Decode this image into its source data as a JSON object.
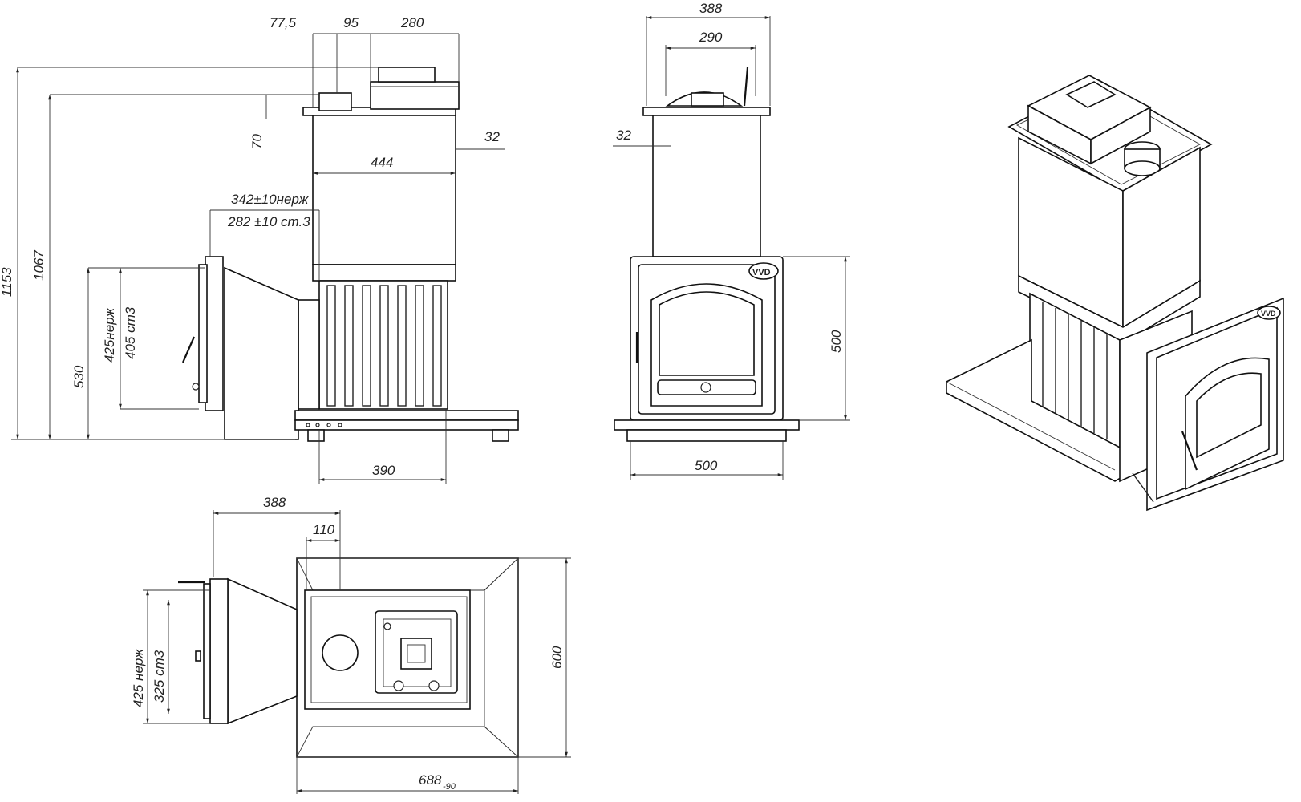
{
  "side_view": {
    "dim_77_5": "77,5",
    "dim_95": "95",
    "dim_280": "280",
    "dim_1153": "1153",
    "dim_1067": "1067",
    "dim_70": "70",
    "dim_32": "32",
    "dim_444": "444",
    "dim_342": "342±10нерж",
    "dim_282": "282 ±10 ст.3",
    "dim_530": "530",
    "dim_425": "425нерж",
    "dim_405": "405 ст3",
    "dim_390": "390"
  },
  "front_view": {
    "dim_388": "388",
    "dim_290": "290",
    "dim_32": "32",
    "dim_500_h": "500",
    "dim_500_w": "500",
    "logo_text": "VVD"
  },
  "top_view": {
    "dim_388": "388",
    "dim_110": "110",
    "dim_600": "600",
    "dim_688": "688",
    "dim_688_sub": "-90",
    "dim_425": "425 нерж",
    "dim_325": "325 ст3"
  },
  "iso_view": {
    "logo_text": "VVD"
  }
}
